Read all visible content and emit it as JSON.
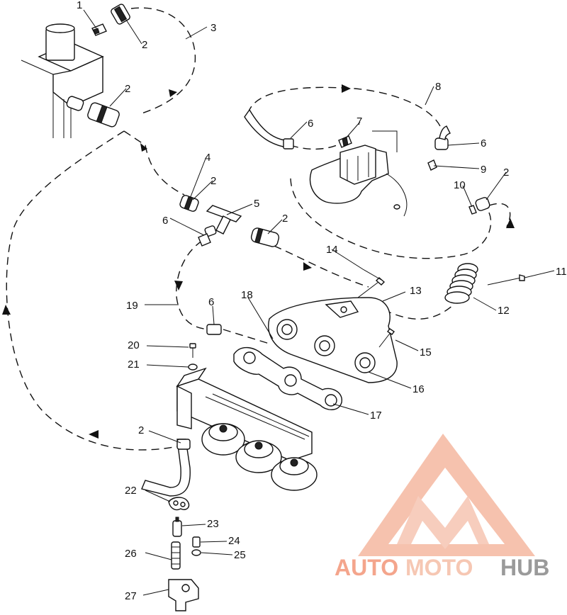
{
  "figure": {
    "callouts": [
      {
        "id": "c1",
        "text": "1"
      },
      {
        "id": "c2a",
        "text": "2"
      },
      {
        "id": "c3",
        "text": "3"
      },
      {
        "id": "c2b",
        "text": "2"
      },
      {
        "id": "c8",
        "text": "8"
      },
      {
        "id": "c6a",
        "text": "6"
      },
      {
        "id": "c7",
        "text": "7"
      },
      {
        "id": "c6b",
        "text": "6"
      },
      {
        "id": "c9",
        "text": "9"
      },
      {
        "id": "c2c",
        "text": "2"
      },
      {
        "id": "c10",
        "text": "10"
      },
      {
        "id": "c4",
        "text": "4"
      },
      {
        "id": "c2d",
        "text": "2"
      },
      {
        "id": "c5",
        "text": "5"
      },
      {
        "id": "c6c",
        "text": "6"
      },
      {
        "id": "c2e",
        "text": "2"
      },
      {
        "id": "c14",
        "text": "14"
      },
      {
        "id": "c11",
        "text": "11"
      },
      {
        "id": "c13",
        "text": "13"
      },
      {
        "id": "c12",
        "text": "12"
      },
      {
        "id": "c18",
        "text": "18"
      },
      {
        "id": "c19",
        "text": "19"
      },
      {
        "id": "c6d",
        "text": "6"
      },
      {
        "id": "c15",
        "text": "15"
      },
      {
        "id": "c20",
        "text": "20"
      },
      {
        "id": "c21",
        "text": "21"
      },
      {
        "id": "c16",
        "text": "16"
      },
      {
        "id": "c17",
        "text": "17"
      },
      {
        "id": "c2f",
        "text": "2"
      },
      {
        "id": "c22",
        "text": "22"
      },
      {
        "id": "c23",
        "text": "23"
      },
      {
        "id": "c24",
        "text": "24"
      },
      {
        "id": "c26",
        "text": "26"
      },
      {
        "id": "c25",
        "text": "25"
      },
      {
        "id": "c27",
        "text": "27"
      }
    ]
  },
  "watermark": {
    "brand_part1": "AUTO",
    "brand_part2": "MOTO",
    "brand_part3": "HUB",
    "color_primary": "#f4a58c",
    "color_secondary": "#f6c7b3",
    "color_hub": "#9a9a9a"
  }
}
